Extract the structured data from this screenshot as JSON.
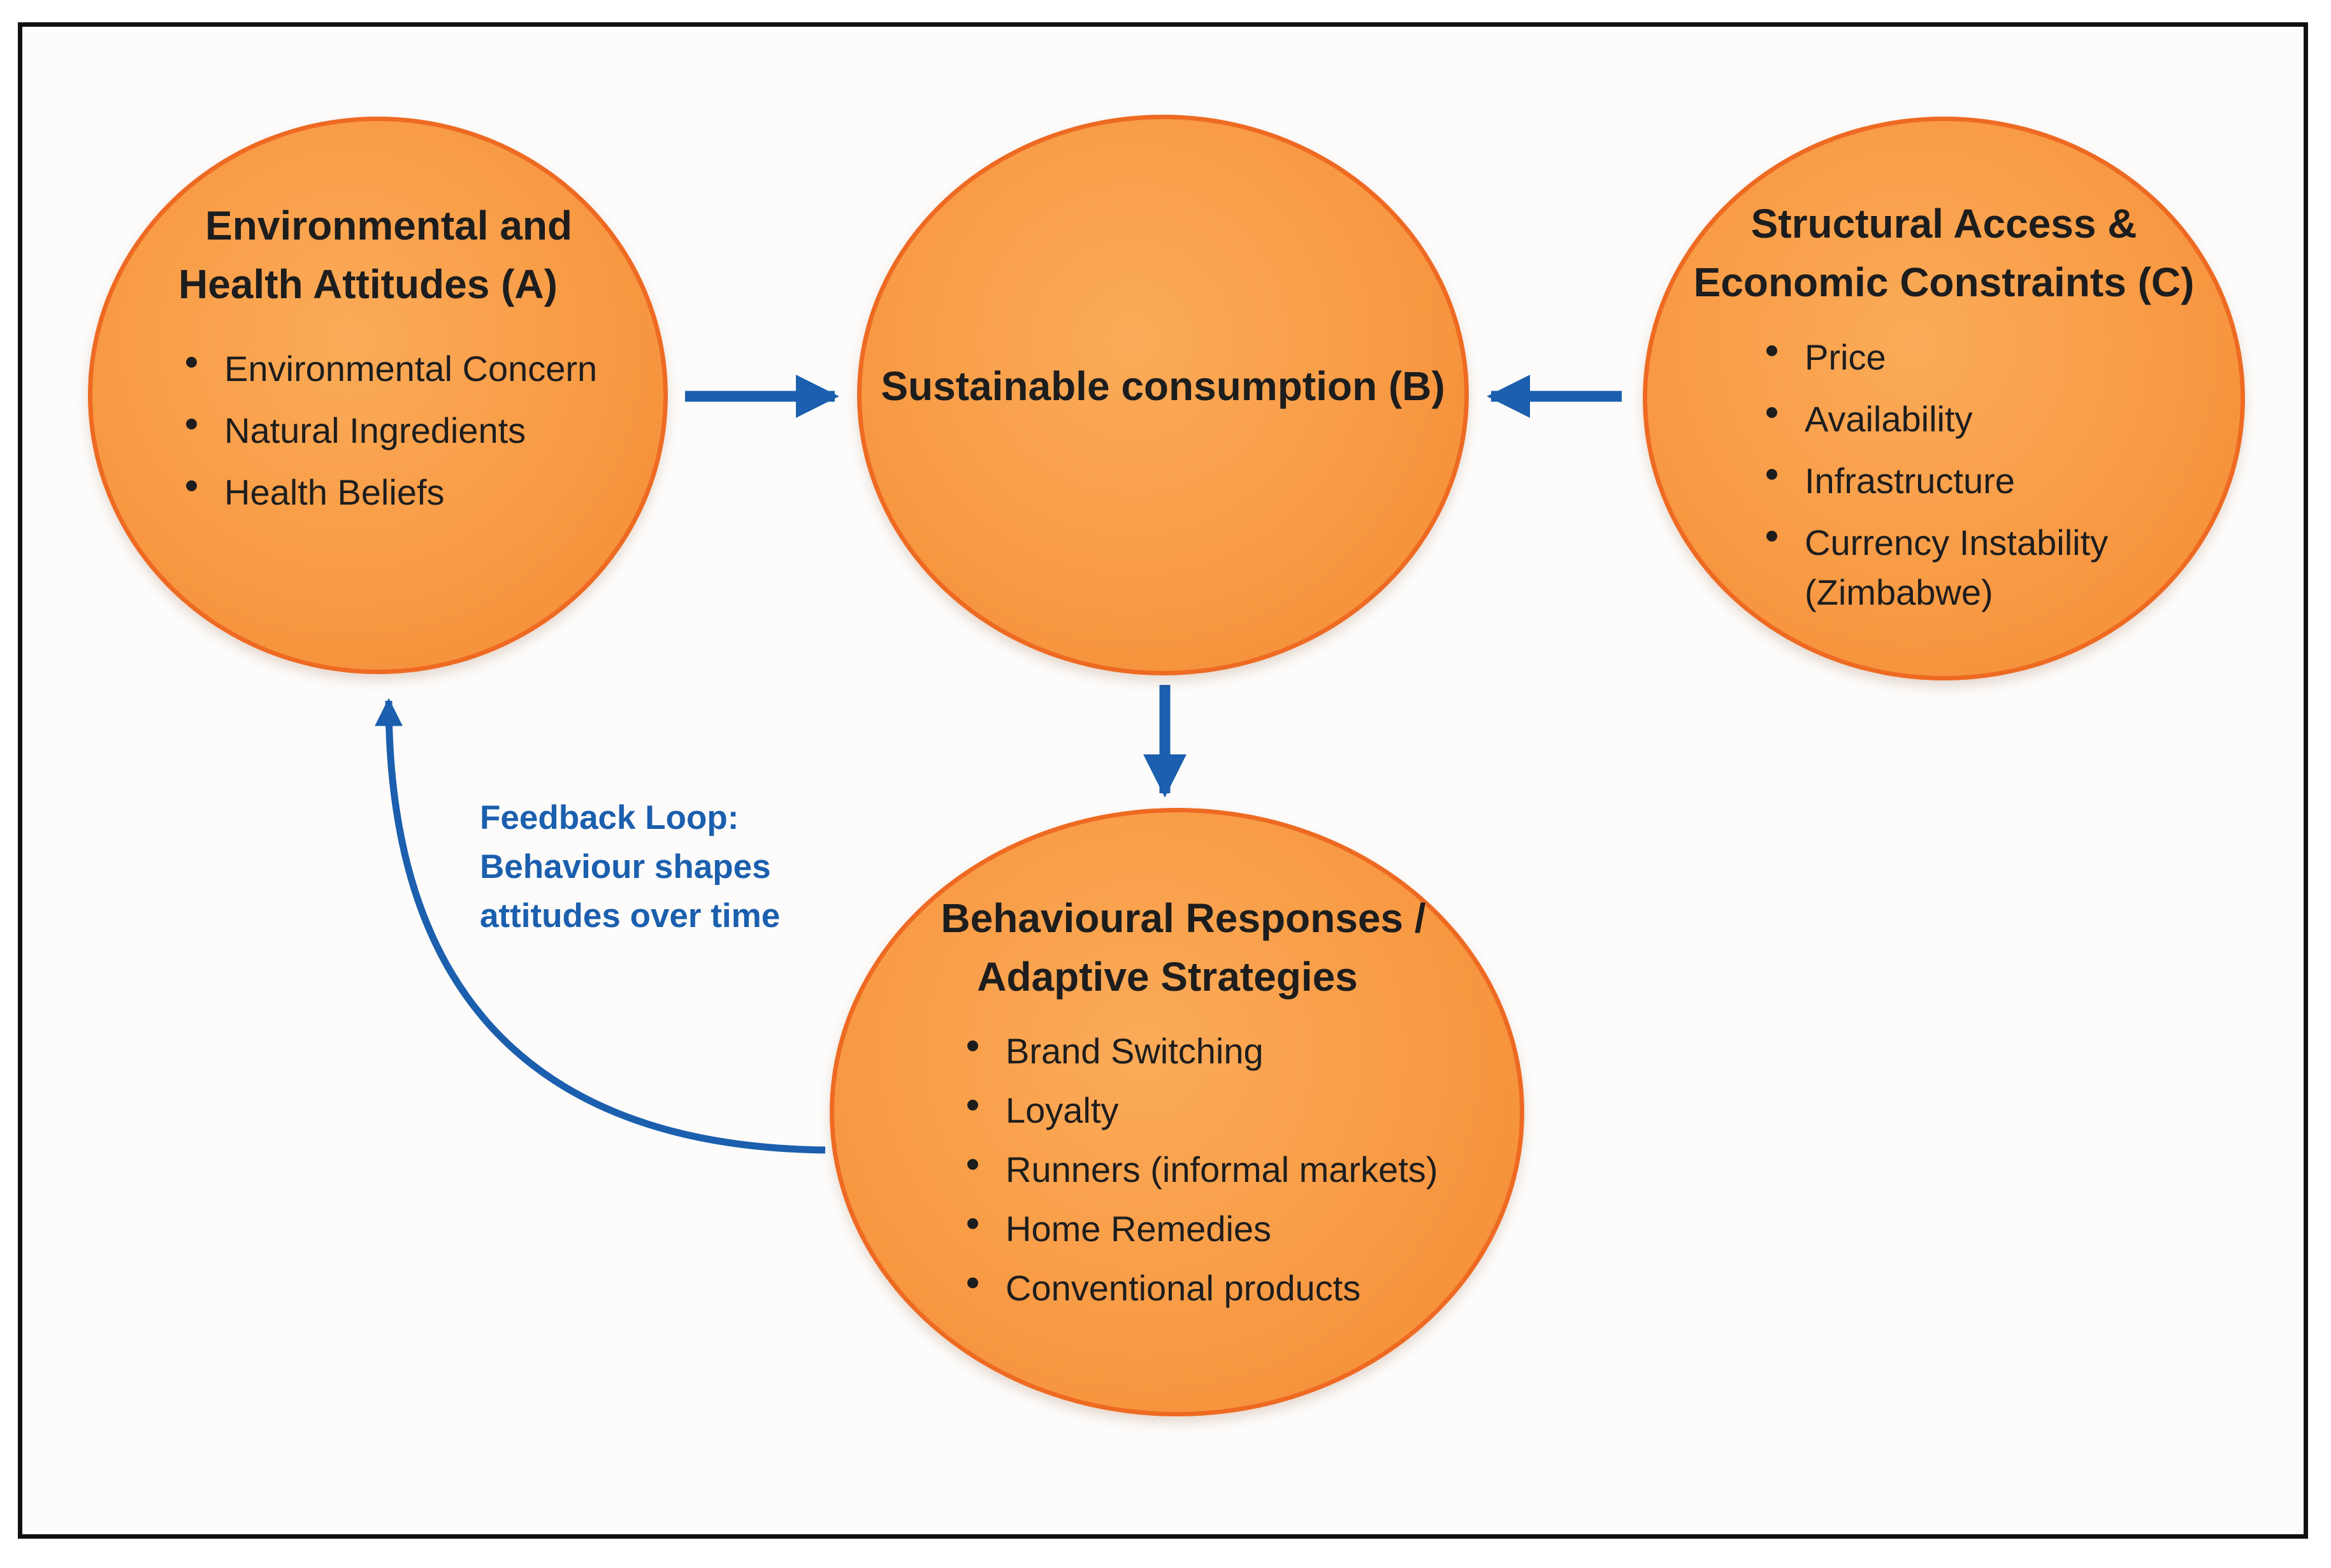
{
  "nodes": {
    "a": {
      "title_lines": [
        "Environmental and",
        "Health Attitudes (A)"
      ],
      "items": [
        "Environmental Concern",
        "Natural Ingredients",
        "Health Beliefs"
      ]
    },
    "b": {
      "title": "Sustainable consumption (B)"
    },
    "c": {
      "title_lines": [
        "Structural Access &",
        "Economic Constraints (C)"
      ],
      "items": [
        "Price",
        "Availability",
        "Infrastructure",
        "Currency Instability\n(Zimbabwe)"
      ]
    },
    "d": {
      "title_lines": [
        "Behavioural Responses /",
        "Adaptive Strategies"
      ],
      "items": [
        "Brand Switching",
        "Loyalty",
        "Runners (informal markets)",
        "Home Remedies",
        "Conventional products"
      ]
    }
  },
  "feedback": {
    "lines": [
      "Feedback Loop:",
      "Behaviour shapes",
      "attitudes over time"
    ]
  },
  "colors": {
    "circle_fill": "#f89a44",
    "circle_border": "#ee6a22",
    "arrow": "#1b5fae",
    "text": "#1d1d1d"
  }
}
